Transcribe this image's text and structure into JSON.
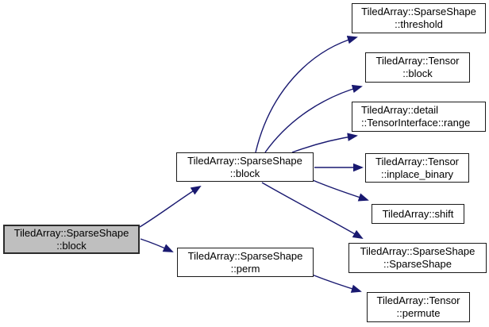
{
  "diagram": {
    "type": "call-graph",
    "colors": {
      "background": "#ffffff",
      "edge": "#191970",
      "node_fill": "#ffffff",
      "node_border": "#1a1a1a",
      "highlight_fill": "#bfbfbf",
      "text": "#000000"
    },
    "nodes": {
      "root": {
        "line1": "TiledArray::SparseShape",
        "line2": "::block"
      },
      "block": {
        "line1": "TiledArray::SparseShape",
        "line2": "::block"
      },
      "perm": {
        "line1": "TiledArray::SparseShape",
        "line2": "::perm"
      },
      "threshold": {
        "line1": "TiledArray::SparseShape",
        "line2": "::threshold"
      },
      "tensor_block": {
        "line1": "TiledArray::Tensor",
        "line2": "::block"
      },
      "range": {
        "line1": "TiledArray::detail",
        "line2": "::TensorInterface::range"
      },
      "inplace_binary": {
        "line1": "TiledArray::Tensor",
        "line2": "::inplace_binary"
      },
      "shift": {
        "line1": "TiledArray::shift"
      },
      "sparseshape_ctor": {
        "line1": "TiledArray::SparseShape",
        "line2": "::SparseShape"
      },
      "permute": {
        "line1": "TiledArray::Tensor",
        "line2": "::permute"
      }
    },
    "edges": [
      {
        "from": "root",
        "to": "block"
      },
      {
        "from": "root",
        "to": "perm"
      },
      {
        "from": "block",
        "to": "threshold"
      },
      {
        "from": "block",
        "to": "tensor_block"
      },
      {
        "from": "block",
        "to": "range"
      },
      {
        "from": "block",
        "to": "inplace_binary"
      },
      {
        "from": "block",
        "to": "shift"
      },
      {
        "from": "block",
        "to": "sparseshape_ctor"
      },
      {
        "from": "perm",
        "to": "permute"
      }
    ]
  }
}
